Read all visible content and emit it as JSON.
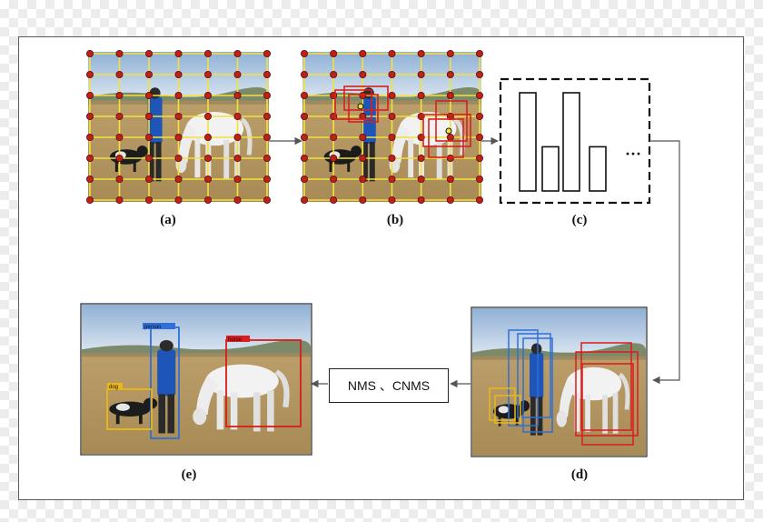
{
  "panels": {
    "a": {
      "label": "(a)"
    },
    "b": {
      "label": "(b)"
    },
    "c": {
      "label": "(c)",
      "ellipsis": "···"
    },
    "d": {
      "label": "(d)"
    },
    "e": {
      "label": "(e)"
    }
  },
  "nms_box": {
    "text": "NMS 、CNMS"
  },
  "detections": {
    "dog": "dog",
    "person": "person",
    "horse": "horse"
  },
  "colors": {
    "grid_line": "#f2e23a",
    "grid_point": "#c0201c",
    "anchor_box": "#d62020",
    "person_box": "#2f6fd6",
    "dog_box": "#e8b81a",
    "horse_box": "#d91c1c",
    "sky": "#a8c4e2",
    "ground": "#b99c67"
  },
  "histogram": {
    "bars": [
      4,
      1.8,
      4,
      1.8
    ]
  }
}
